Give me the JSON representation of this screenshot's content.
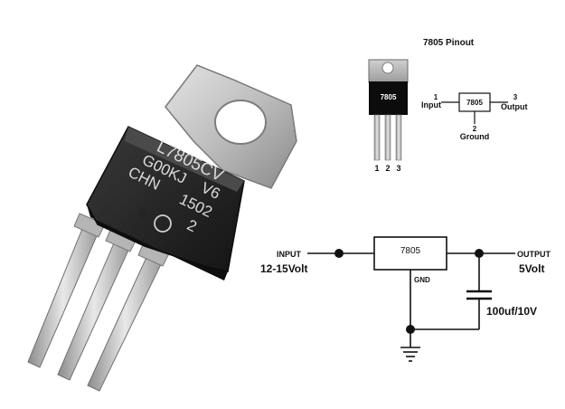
{
  "photo": {
    "marking_lines": [
      "L7805CV",
      "G00KJ",
      "V6",
      "CHN",
      "1502",
      "2"
    ]
  },
  "pinout": {
    "title": "7805 Pinout",
    "package_label": "7805",
    "pin_numbers": [
      "1",
      "2",
      "3"
    ],
    "block_label": "7805",
    "pin1_number": "1",
    "pin1_name": "Input",
    "pin2_number": "2",
    "pin2_name": "Ground",
    "pin3_number": "3",
    "pin3_name": "Output"
  },
  "circuit": {
    "input_label": "INPUT",
    "input_voltage": "12-15Volt",
    "regulator_label": "7805",
    "gnd_label": "GND",
    "output_label": "OUTPUT",
    "output_voltage": "5Volt",
    "capacitor_label": "100uf/10V"
  }
}
